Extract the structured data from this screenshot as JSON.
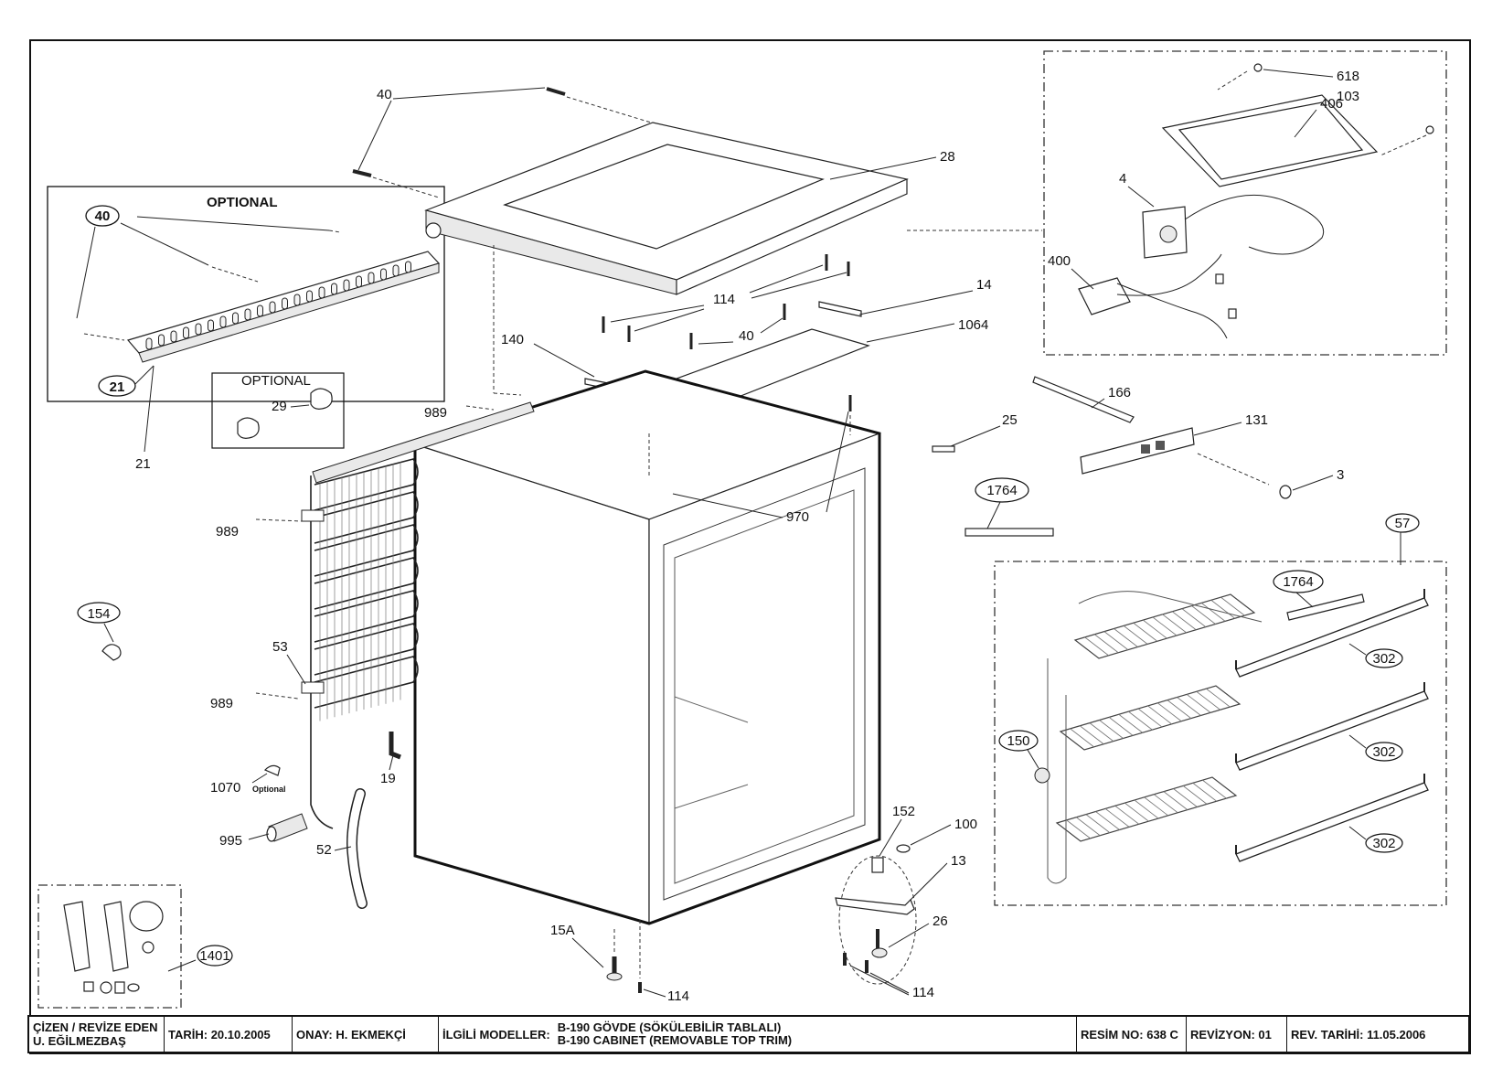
{
  "drawing": {
    "optional_box_title": "OPTIONAL",
    "optional_small_title": "OPTIONAL",
    "optional_note": "Optional"
  },
  "labels": {
    "p40_top": "40",
    "p28": "28",
    "p618": "618",
    "p103": "103",
    "p406": "406",
    "p4": "4",
    "p400": "400",
    "p40_opt": "40",
    "p21_opt": "21",
    "p21": "21",
    "p29": "29",
    "p114_a": "114",
    "p14": "14",
    "p1064": "1064",
    "p140": "140",
    "p40_mid": "40",
    "p989_a": "989",
    "p25": "25",
    "p166": "166",
    "p131": "131",
    "p3": "3",
    "p1764_a": "1764",
    "p970": "970",
    "p57": "57",
    "p989_b": "989",
    "p154": "154",
    "p1764_b": "1764",
    "p53": "53",
    "p302_a": "302",
    "p989_c": "989",
    "p150": "150",
    "p302_b": "302",
    "p1070": "1070",
    "p19": "19",
    "p995": "995",
    "p52": "52",
    "p152": "152",
    "p100": "100",
    "p13": "13",
    "p302_c": "302",
    "p15a": "15A",
    "p26": "26",
    "p1401": "1401",
    "p114_b": "114",
    "p114_c": "114"
  },
  "title_block": {
    "drawn_by_label": "ÇİZEN / REVİZE EDEN",
    "drawn_by": "U. EĞİLMEZBAŞ",
    "date": "TARİH: 20.10.2005",
    "approval": "ONAY: H. EKMEKÇİ",
    "models_label": "İLGİLİ MODELLER:",
    "model_line1": "B-190  GÖVDE (SÖKÜLEBİLİR TABLALI)",
    "model_line2": "B-190 CABINET (REMOVABLE TOP TRIM)",
    "drawing_no": "RESİM NO: 638 C",
    "revision": "REVİZYON: 01",
    "revision_date": "REV. TARİHİ:  11.05.2006"
  }
}
